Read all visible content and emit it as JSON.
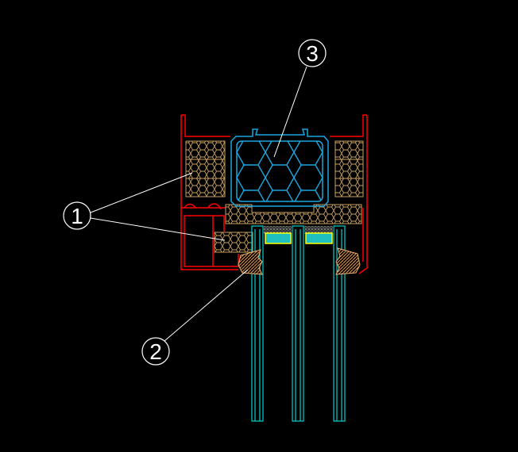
{
  "drawing": {
    "callouts": [
      {
        "id": "1",
        "label": "1"
      },
      {
        "id": "2",
        "label": "2"
      },
      {
        "id": "3",
        "label": "3"
      }
    ],
    "colors": {
      "background": "#000000",
      "frame": "#ff0000",
      "core": "#19a7e0",
      "insulation": "#c8a060",
      "glass": "#00d0d0",
      "spacer_fill": "#20c0c0",
      "spacer_edge": "#ffff00",
      "gasket": "#f0b070",
      "sealant": "#a0a0a0",
      "leader": "#ffffff"
    }
  }
}
